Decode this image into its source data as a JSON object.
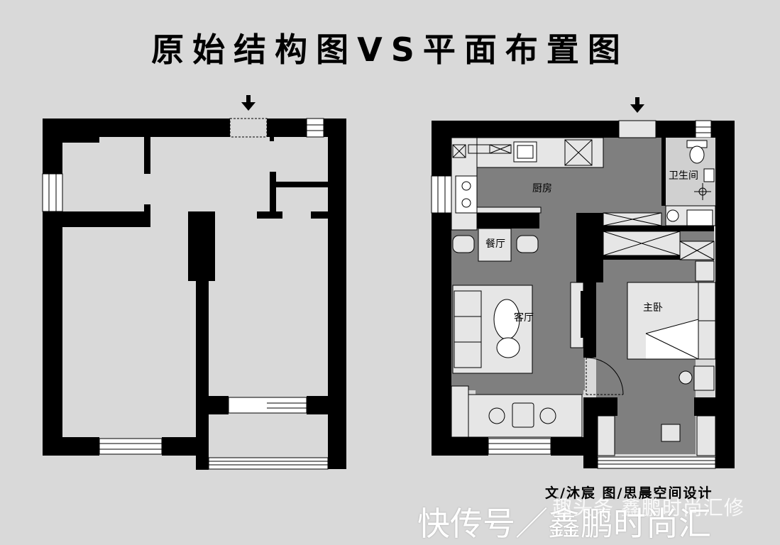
{
  "title": "原始结构图VS平面布置图",
  "credit": "文/沐宸 图/思晨空间设计",
  "watermark_top": "趣头条 鑫鹏时尚汇修",
  "watermark_main": "快传号／鑫鹏时尚汇",
  "plan_right": {
    "rooms": {
      "kitchen": "厨房",
      "bathroom": "卫生间",
      "dining": "餐厅",
      "living": "客厅",
      "master_bedroom": "主卧"
    }
  },
  "colors": {
    "background": "#d9d9d9",
    "wall": "#000000",
    "floor_gray": "#7f7f7f",
    "fixture": "#e6e6e6"
  }
}
